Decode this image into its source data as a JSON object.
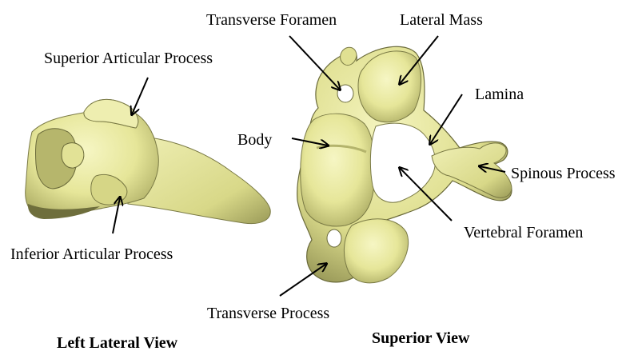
{
  "colors": {
    "bone_fill": "#e6e699",
    "bone_shadow": "#a8a860",
    "bone_dark": "#50502a",
    "bone_highlight": "#f6f6c4",
    "label": "#000000",
    "background": "#ffffff"
  },
  "labels": {
    "superior_articular_process": "Superior Articular Process",
    "inferior_articular_process": "Inferior Articular Process",
    "transverse_foramen": "Transverse Foramen",
    "lateral_mass": "Lateral Mass",
    "lamina": "Lamina",
    "body": "Body",
    "spinous_process": "Spinous Process",
    "vertebral_foramen": "Vertebral Foramen",
    "transverse_process": "Transverse Process"
  },
  "captions": {
    "left": "Left Lateral View",
    "right": "Superior View"
  }
}
